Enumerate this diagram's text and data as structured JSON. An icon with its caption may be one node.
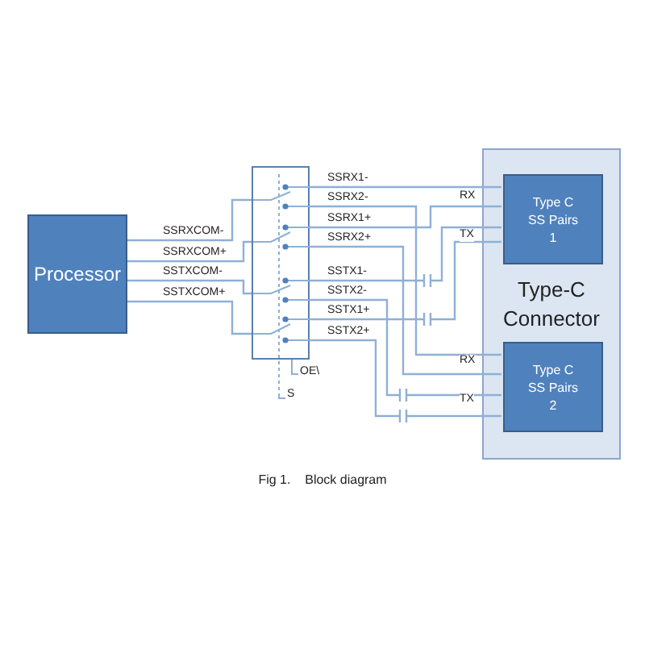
{
  "diagram": {
    "caption": "Fig 1.    Block diagram",
    "nodes": [
      {
        "text": [
          "Processor"
        ]
      },
      {
        "text": [],
        "shape": "box"
      },
      {
        "text": [
          "Type-C Connector"
        ]
      },
      {
        "text": [
          "Type C SS Pairs 1"
        ],
        "in": 2
      },
      {
        "text": [
          "Type C SS Pairs 2"
        ],
        "in": 2
      }
    ],
    "edges": [
      {
        "from": 0,
        "to": 1,
        "arrow": "none",
        "label": "SSRXCOM-"
      },
      {
        "from": 0,
        "to": 1,
        "arrow": "none",
        "label": "SSRXCOM+"
      },
      {
        "from": 0,
        "to": 1,
        "arrow": "none",
        "label": "SSTXCOM-"
      },
      {
        "from": 0,
        "to": 1,
        "arrow": "none",
        "label": "SSTXCOM+"
      },
      {
        "from": 1,
        "to": 3,
        "arrow": "none",
        "label": "SSRX1-"
      },
      {
        "from": 1,
        "to": 4,
        "arrow": "none",
        "label": "SSRX2-"
      },
      {
        "from": 1,
        "to": 3,
        "arrow": "none",
        "label": "SSRX1+"
      },
      {
        "from": 1,
        "to": 4,
        "arrow": "none",
        "label": "SSRX2+"
      },
      {
        "from": 1,
        "to": 3,
        "arrow": "none",
        "label": "SSTX1-"
      },
      {
        "from": 1,
        "to": 4,
        "arrow": "none",
        "label": "SSTX2-"
      },
      {
        "from": 1,
        "to": 3,
        "arrow": "none",
        "label": "SSTX1+"
      },
      {
        "from": 1,
        "to": 4,
        "arrow": "none",
        "label": "SSTX2+"
      }
    ],
    "labels": [
      "RX",
      "TX",
      "RX",
      "TX",
      "OE\\",
      "S"
    ]
  }
}
